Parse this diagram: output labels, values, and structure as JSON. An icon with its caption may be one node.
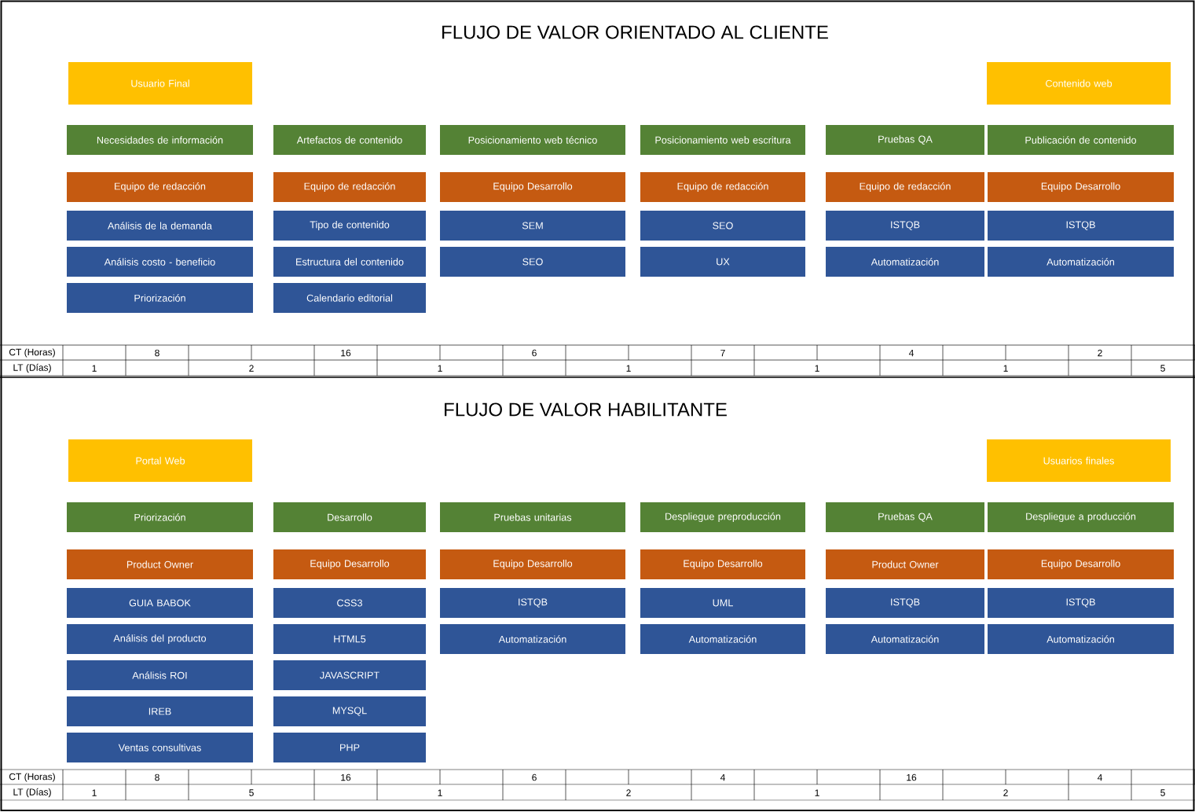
{
  "diagram": {
    "title": "FLUJO DE VALOR ORIENTADO AL CLIENTE",
    "nodes": [
      {
        "text": [
          "Usuario Final"
        ]
      },
      {
        "text": [
          "Contenido web"
        ]
      },
      {
        "text": [
          "Necesidades de información"
        ]
      },
      {
        "text": [
          "Artefactos de contenido"
        ]
      },
      {
        "text": [
          "Posicionamiento web técnico"
        ]
      },
      {
        "text": [
          "Posicionamiento web escritura"
        ]
      },
      {
        "text": [
          "Pruebas QA"
        ]
      },
      {
        "text": [
          "Publicación de contenido"
        ]
      },
      {
        "text": [
          "Equipo de redacción"
        ]
      },
      {
        "text": [
          "Equipo de redacción"
        ]
      },
      {
        "text": [
          "Equipo Desarrollo"
        ]
      },
      {
        "text": [
          "Equipo de redacción"
        ]
      },
      {
        "text": [
          "Equipo de redacción"
        ]
      },
      {
        "text": [
          "Equipo Desarrollo"
        ]
      },
      {
        "text": [
          "Análisis de la demanda"
        ]
      },
      {
        "text": [
          "Tipo de contenido"
        ]
      },
      {
        "text": [
          "SEM"
        ]
      },
      {
        "text": [
          "SEO"
        ]
      },
      {
        "text": [
          "ISTQB"
        ]
      },
      {
        "text": [
          "ISTQB"
        ]
      },
      {
        "text": [
          "Análisis costo - beneficio"
        ]
      },
      {
        "text": [
          "Estructura del contenido"
        ]
      },
      {
        "text": [
          "SEO"
        ]
      },
      {
        "text": [
          "UX"
        ]
      },
      {
        "text": [
          "Automatización"
        ]
      },
      {
        "text": [
          "Automatización"
        ]
      },
      {
        "text": [
          "Priorización"
        ]
      },
      {
        "text": [
          "Calendario editorial"
        ]
      },
      {
        "text": [
          "Portal Web"
        ]
      },
      {
        "text": [
          "Usuarios finales"
        ]
      },
      {
        "text": [
          "Priorización"
        ]
      },
      {
        "text": [
          "Desarrollo"
        ]
      },
      {
        "text": [
          "Pruebas unitarias"
        ]
      },
      {
        "text": [
          "Despliegue preproducción"
        ]
      },
      {
        "text": [
          "Pruebas QA"
        ]
      },
      {
        "text": [
          "Despliegue a producción"
        ]
      },
      {
        "text": [
          "Product Owner"
        ]
      },
      {
        "text": [
          "Equipo Desarrollo"
        ]
      },
      {
        "text": [
          "Equipo Desarrollo"
        ]
      },
      {
        "text": [
          "Equipo Desarrollo"
        ]
      },
      {
        "text": [
          "Product Owner"
        ]
      },
      {
        "text": [
          "Equipo Desarrollo"
        ]
      },
      {
        "text": [
          "GUIA BABOK"
        ]
      },
      {
        "text": [
          "CSS3"
        ]
      },
      {
        "text": [
          "ISTQB"
        ]
      },
      {
        "text": [
          "UML"
        ]
      },
      {
        "text": [
          "ISTQB"
        ]
      },
      {
        "text": [
          "ISTQB"
        ]
      },
      {
        "text": [
          "Análisis del producto"
        ]
      },
      {
        "text": [
          "HTML5"
        ]
      },
      {
        "text": [
          "Automatización"
        ]
      },
      {
        "text": [
          "Automatización"
        ]
      },
      {
        "text": [
          "Automatización"
        ]
      },
      {
        "text": [
          "Automatización"
        ]
      },
      {
        "text": [
          "Análisis ROI"
        ]
      },
      {
        "text": [
          "JAVASCRIPT"
        ]
      },
      {
        "text": [
          "IREB"
        ]
      },
      {
        "text": [
          "MYSQL"
        ]
      },
      {
        "text": [
          "Ventas consultivas"
        ]
      },
      {
        "text": [
          "PHP"
        ]
      }
    ],
    "edges": [],
    "labels": [
      "CT (Horas)",
      "8",
      "16",
      "6",
      "7",
      "4",
      "2",
      "LT (Días)",
      "1",
      "2",
      "1",
      "1",
      "1",
      "1",
      "5",
      "FLUJO DE VALOR HABILITANTE",
      "CT (Horas)",
      "8",
      "16",
      "6",
      "4",
      "16",
      "4",
      "LT (Días)",
      "1",
      "5",
      "1",
      "2",
      "1",
      "2",
      "5"
    ]
  }
}
